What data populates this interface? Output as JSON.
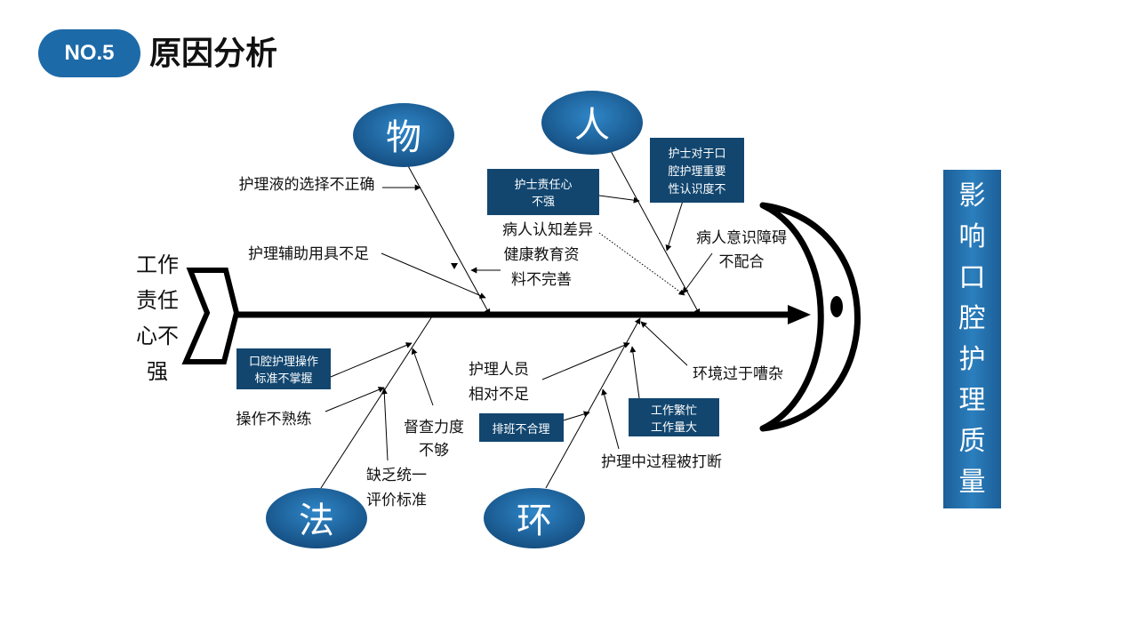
{
  "header": {
    "badge": "NO.5",
    "title": "原因分析"
  },
  "effect": {
    "chars": [
      "影",
      "响",
      "口",
      "腔",
      "护",
      "理",
      "质",
      "量"
    ]
  },
  "head_text": [
    "工作",
    "责任",
    "心不",
    "强"
  ],
  "categories": {
    "wu": "物",
    "ren": "人",
    "fa": "法",
    "huan": "环"
  },
  "causes": {
    "wu_1": "护理液的选择不正确",
    "wu_2": "护理辅助用具不足",
    "ren_box_1": [
      "护士责任心",
      "不强"
    ],
    "ren_box_2": [
      "护士对于口",
      "腔护理重要",
      "性认识度不"
    ],
    "ren_1": "病人认知差异",
    "ren_2": [
      "健康教育资",
      "料不完善"
    ],
    "ren_3": [
      "病人意识障碍",
      "不配合"
    ],
    "fa_box_1": [
      "口腔护理操作",
      "标准不掌握"
    ],
    "fa_1": "操作不熟练",
    "fa_2": [
      "督查力度",
      "不够"
    ],
    "fa_3": [
      "缺乏统一",
      "评价标准"
    ],
    "huan_1": [
      "护理人员",
      "相对不足"
    ],
    "huan_box_1": "排班不合理",
    "huan_box_2": [
      "工作繁忙",
      "工作量大"
    ],
    "huan_2": "护理中过程被打断",
    "huan_3": "环境过于嘈杂"
  },
  "colors": {
    "primary": "#1d6aa8",
    "dark_box": "#12466f"
  }
}
